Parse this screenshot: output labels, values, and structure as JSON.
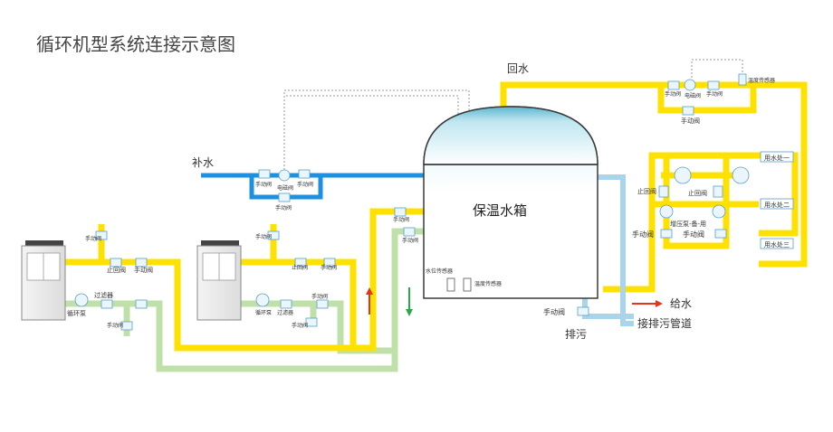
{
  "title": "循环机型系统连接示意图",
  "colors": {
    "hot_pipe": "#ffe100",
    "return_pipe": "#bfe0a8",
    "makeup_pipe": "#1e90e0",
    "drain_pipe": "#a8d4ec",
    "tank_top": "#6cc0d6",
    "arrow_red": "#e6331c",
    "arrow_green": "#2aa84a"
  },
  "labels": {
    "return_water": "回水",
    "make_up_water": "补水",
    "tank": "保温水箱",
    "supply_water": "给水",
    "drain": "排污",
    "to_sewer": "接排污管道",
    "manual_valve": "手动阀",
    "check_valve": "止回阀",
    "solenoid_valve": "电磁阀",
    "filter": "过滤器",
    "circ_pump": "循环泵",
    "booster_pump": "增压泵-备-用",
    "level_sensor": "水位传感器",
    "temp_sensor": "温度传感器",
    "use_point_1": "用水处一",
    "use_point_2": "用水处二",
    "use_point_3": "用水处三"
  },
  "icons": [
    "heat-pump-unit",
    "pump-icon",
    "valve-icon",
    "check-valve-icon",
    "solenoid-valve-icon",
    "level-sensor-icon",
    "temp-sensor-icon",
    "flow-arrow"
  ]
}
